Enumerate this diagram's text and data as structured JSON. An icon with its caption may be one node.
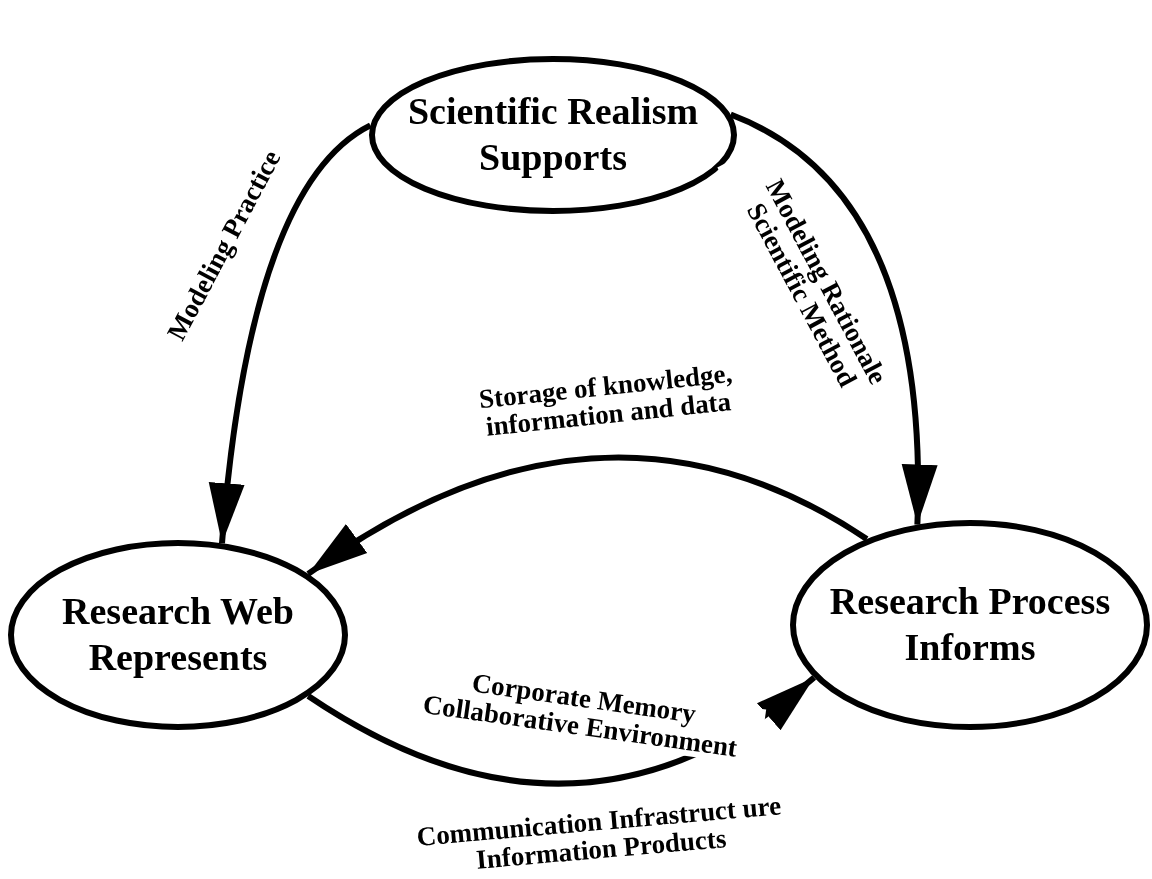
{
  "diagram": {
    "nodes": [
      {
        "text": [
          "Scientific Realism Supports"
        ]
      },
      {
        "text": [
          "Research Web Represents"
        ]
      },
      {
        "text": [
          "Research Process Informs"
        ]
      }
    ],
    "edges": [
      {
        "from": 0,
        "to": 1,
        "arrow": "to",
        "label": "Modeling Practice"
      },
      {
        "from": 0,
        "to": 2,
        "arrow": "to",
        "label": "Modeling Rationale Scientific Method"
      },
      {
        "from": 2,
        "to": 1,
        "arrow": "to",
        "label": "Storage of knowledge, information and data"
      },
      {
        "from": 1,
        "to": 2,
        "arrow": "to",
        "label": "Corporate Memory Collaborative Environment"
      }
    ],
    "labels": [
      "Communication Infrastruct ure Information Products"
    ]
  }
}
